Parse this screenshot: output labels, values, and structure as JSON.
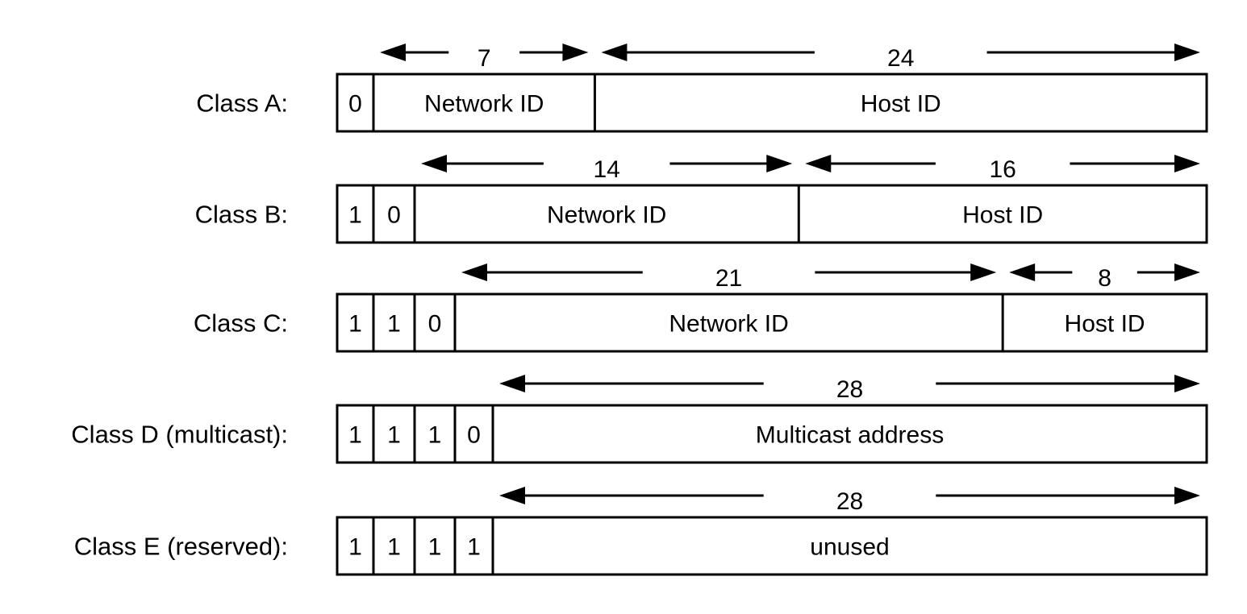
{
  "rows": [
    {
      "label": "Class A:",
      "cells": [
        {
          "text": "0",
          "bits": 1
        },
        {
          "text": "Network ID",
          "bits": 7
        },
        {
          "text": "Host ID",
          "bits": 24
        }
      ],
      "spans": [
        {
          "label": "7",
          "from_bit": 1,
          "to_bit": 8
        },
        {
          "label": "24",
          "from_bit": 8,
          "to_bit": 32
        }
      ]
    },
    {
      "label": "Class B:",
      "cells": [
        {
          "text": "1",
          "bits": 1
        },
        {
          "text": "0",
          "bits": 1
        },
        {
          "text": "Network ID",
          "bits": 14
        },
        {
          "text": "Host ID",
          "bits": 16
        }
      ],
      "spans": [
        {
          "label": "14",
          "from_bit": 2,
          "to_bit": 16
        },
        {
          "label": "16",
          "from_bit": 16,
          "to_bit": 32
        }
      ]
    },
    {
      "label": "Class C:",
      "cells": [
        {
          "text": "1",
          "bits": 1
        },
        {
          "text": "1",
          "bits": 1
        },
        {
          "text": "0",
          "bits": 1
        },
        {
          "text": "Network ID",
          "bits": 21
        },
        {
          "text": "Host ID",
          "bits": 8
        }
      ],
      "spans": [
        {
          "label": "21",
          "from_bit": 3,
          "to_bit": 24
        },
        {
          "label": "8",
          "from_bit": 24,
          "to_bit": 32
        }
      ]
    },
    {
      "label": "Class D (multicast):",
      "cells": [
        {
          "text": "1",
          "bits": 1
        },
        {
          "text": "1",
          "bits": 1
        },
        {
          "text": "1",
          "bits": 1
        },
        {
          "text": "0",
          "bits": 1
        },
        {
          "text": "Multicast address",
          "bits": 28
        }
      ],
      "spans": [
        {
          "label": "28",
          "from_bit": 4,
          "to_bit": 32
        }
      ]
    },
    {
      "label": "Class E (reserved):",
      "cells": [
        {
          "text": "1",
          "bits": 1
        },
        {
          "text": "1",
          "bits": 1
        },
        {
          "text": "1",
          "bits": 1
        },
        {
          "text": "1",
          "bits": 1
        },
        {
          "text": "unused",
          "bits": 28
        }
      ],
      "spans": [
        {
          "label": "28",
          "from_bit": 4,
          "to_bit": 32
        }
      ]
    }
  ]
}
